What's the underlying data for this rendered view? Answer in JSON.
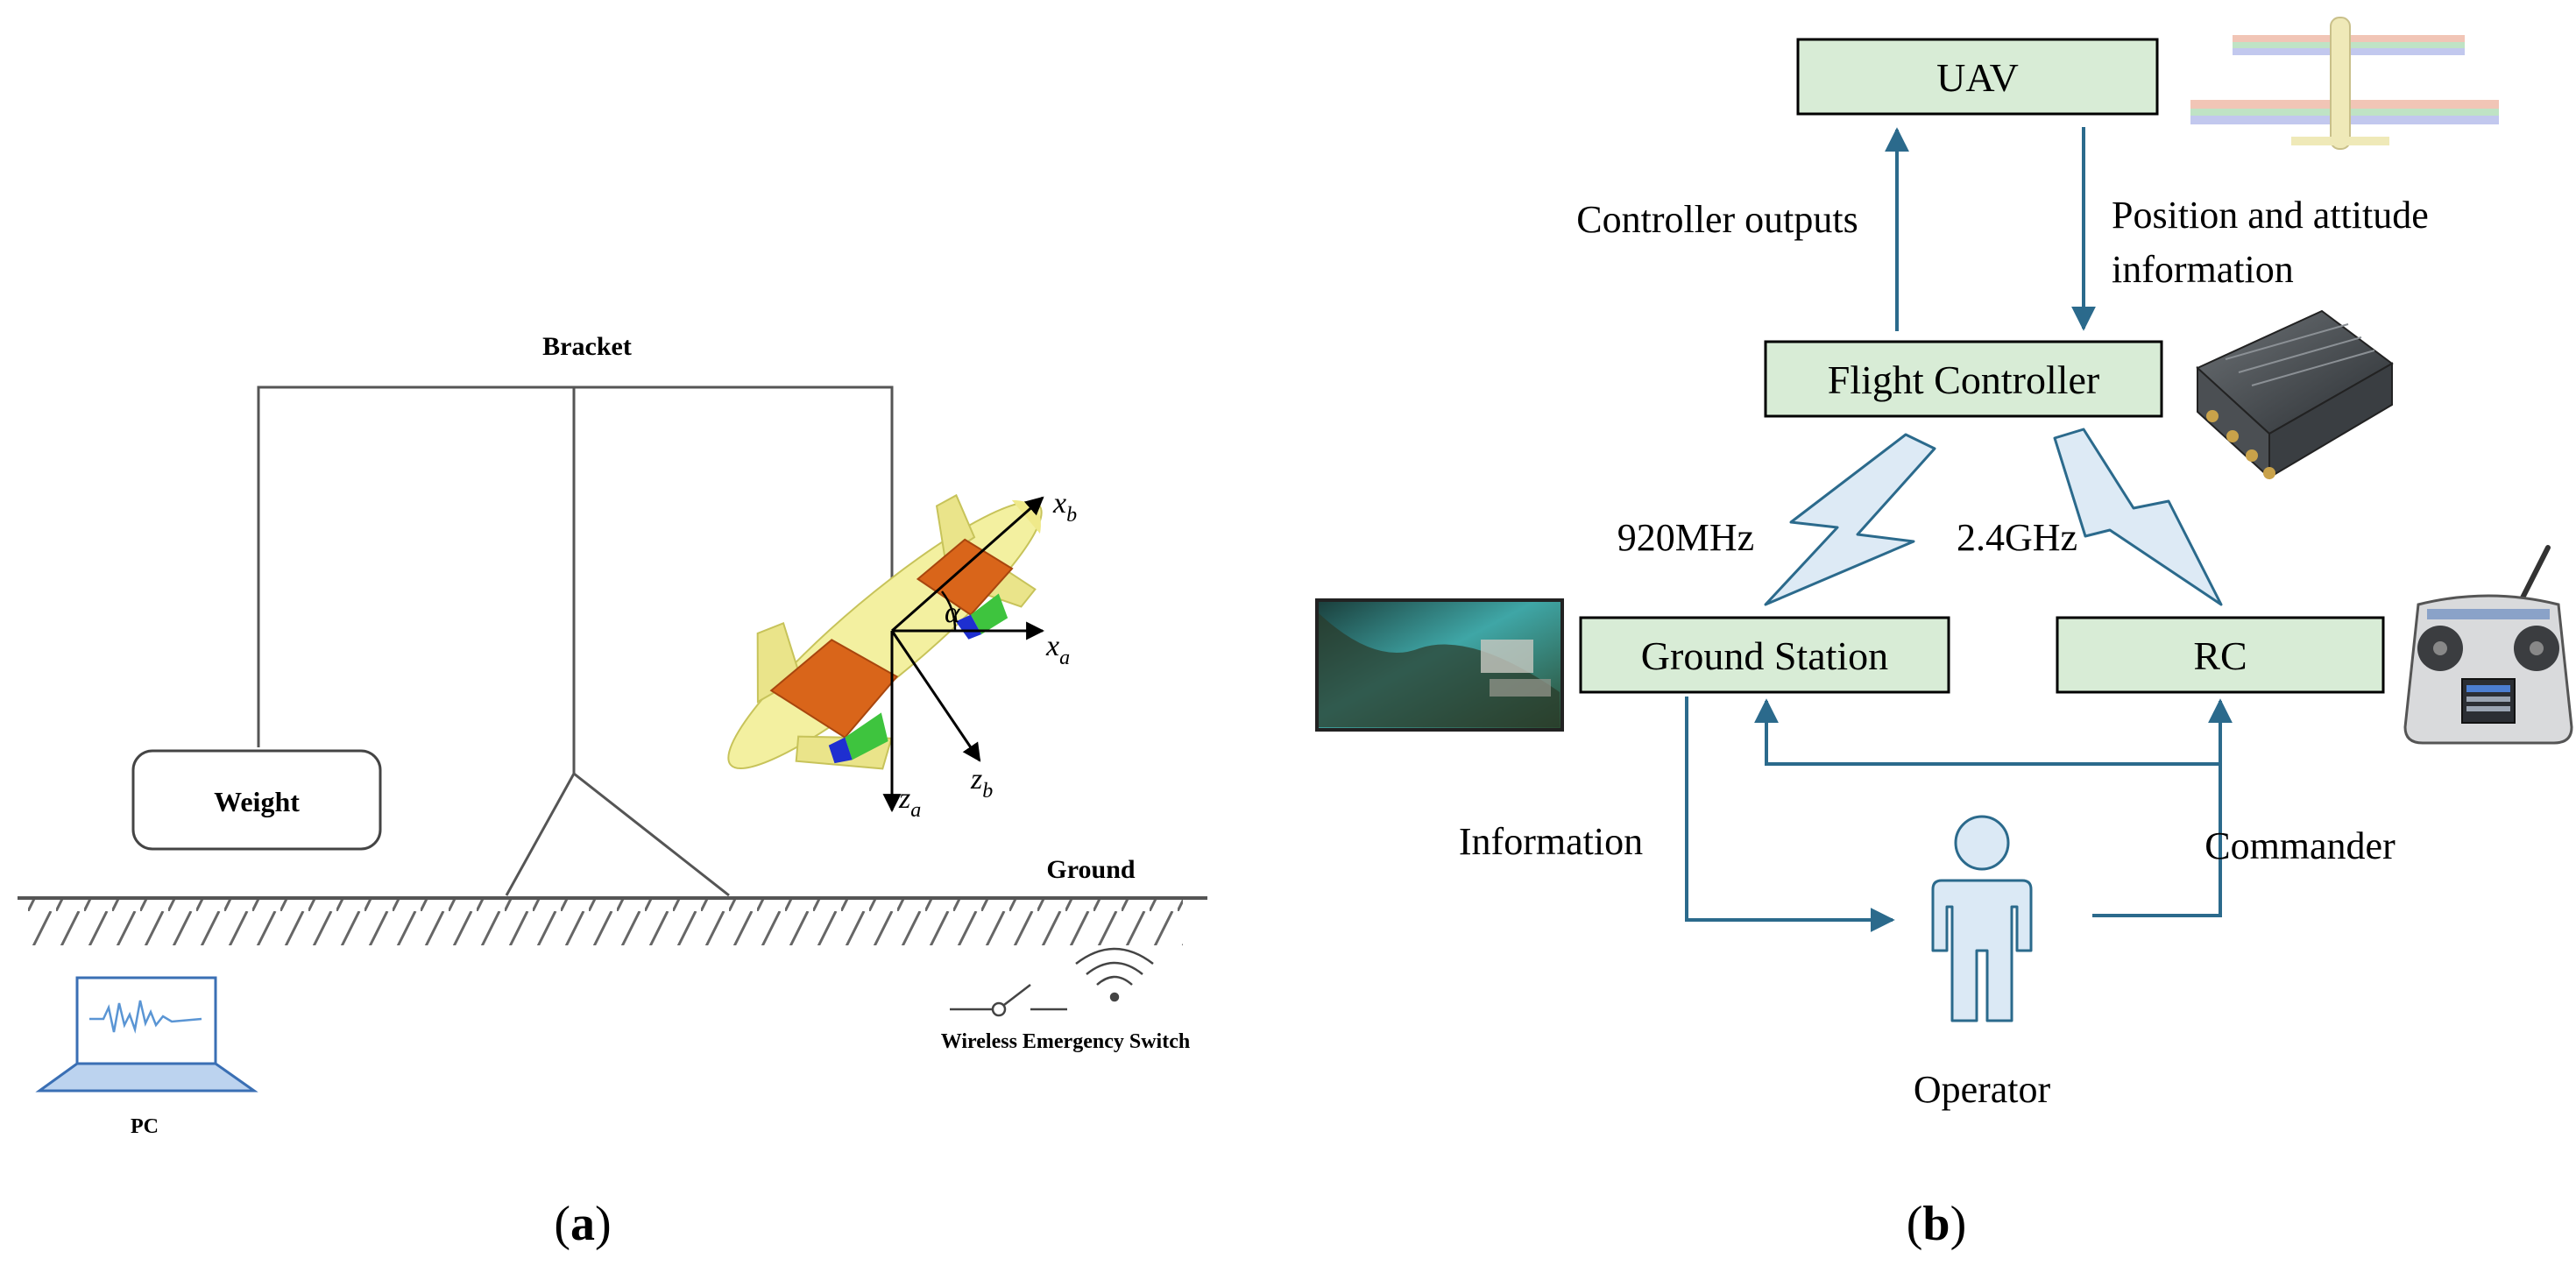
{
  "panel_a": {
    "label_open": "(",
    "label_letter": "a",
    "label_close": ")",
    "bracket": "Bracket",
    "weight": "Weight",
    "ground": "Ground",
    "pc": "PC",
    "wireless_switch": "Wireless Emergency Switch",
    "axes": {
      "xb": "x",
      "xb_sub": "b",
      "xa": "x",
      "xa_sub": "a",
      "za": "z",
      "za_sub": "a",
      "zb": "z",
      "zb_sub": "b",
      "alpha": "α"
    }
  },
  "panel_b": {
    "label_open": "(",
    "label_letter": "b",
    "label_close": ")",
    "uav": "UAV",
    "flight_controller": "Flight Controller",
    "ground_station": "Ground Station",
    "rc": "RC",
    "controller_outputs": "Controller outputs",
    "position_line1": "Position and attitude",
    "position_line2": "information",
    "freq_920": "920MHz",
    "freq_24": "2.4GHz",
    "information": "Information",
    "commander": "Commander",
    "operator": "Operator"
  },
  "colors": {
    "box_fill": "#d8ecd6",
    "arrow": "#2b6a8c",
    "bolt_fill": "#ddeaf5",
    "person_fill": "#dbe9f5"
  }
}
